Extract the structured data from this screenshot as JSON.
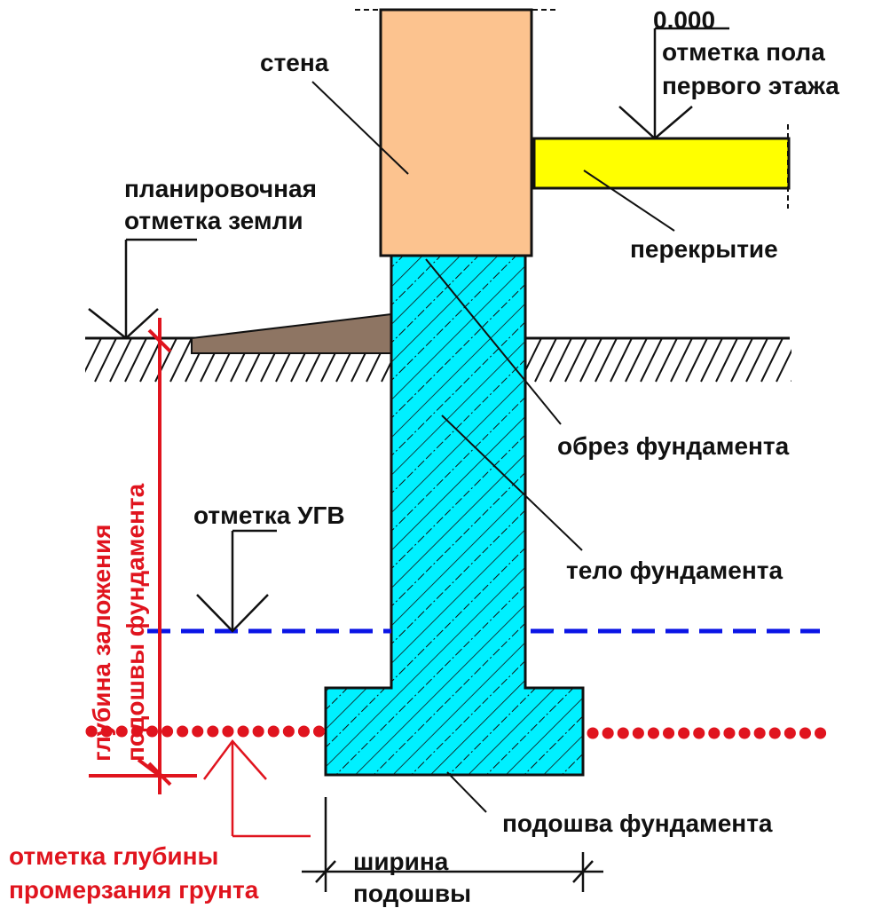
{
  "labels": {
    "elevation_value": "0.000",
    "floor_mark_line1": "отметка пола",
    "floor_mark_line2": "первого этажа",
    "wall": "стена",
    "ground_mark_line1": "планировочная",
    "ground_mark_line2": "отметка земли",
    "slab": "перекрытие",
    "foundation_top": "обрез фундамента",
    "groundwater_mark": "отметка УГВ",
    "foundation_body": "тело фундамента",
    "foundation_sole": "подошва фундамента",
    "depth_line1": "глубина заложения",
    "depth_line2": "подошвы фундамента",
    "frost_line1": "отметка глубины",
    "frost_line2": "промерзания грунта",
    "width_line1": "ширина",
    "width_line2": "подошвы"
  },
  "colors": {
    "wall": "#fcc38f",
    "slab": "#ffff00",
    "foundation": "#00f0ff",
    "blind_area": "#8e7563",
    "groundwater_line": "#0a14e6",
    "frost_line": "#e0141e",
    "red_text": "#e0141e",
    "ink": "#111111"
  }
}
